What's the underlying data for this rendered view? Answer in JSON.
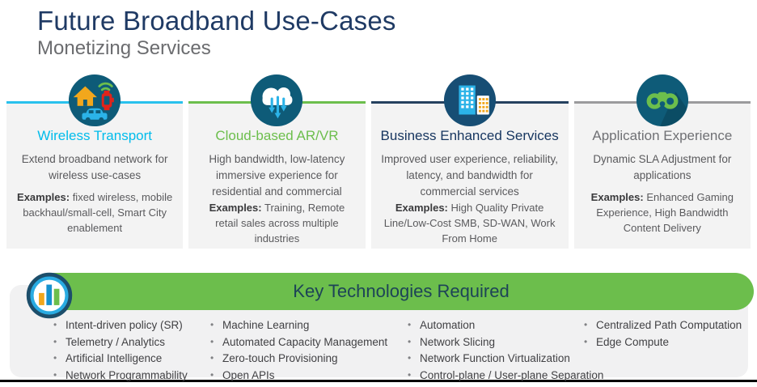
{
  "header": {
    "title": "Future Broadband Use-Cases",
    "subtitle": "Monetizing Services"
  },
  "cards": [
    {
      "icon": "smart-city-icon",
      "accent": "#00BCEB",
      "title": "Wireless Transport",
      "description": "Extend broadband network for wireless use-cases",
      "examples_label": "Examples:",
      "examples_text": " fixed wireless, mobile backhaul/small-cell, Smart City enablement"
    },
    {
      "icon": "cloud-download-icon",
      "accent": "#6CBE4C",
      "title": "Cloud-based AR/VR",
      "description": "High bandwidth, low-latency immersive experience for residential and commercial",
      "examples_label": "Examples:",
      "examples_text": " Training, Remote retail sales across multiple industries"
    },
    {
      "icon": "buildings-icon",
      "accent": "#16355F",
      "title": "Business Enhanced Services",
      "description": "Improved user experience, reliability, latency, and bandwidth for commercial services",
      "examples_label": "Examples:",
      "examples_text": " High Quality Private Line/Low-Cost SMB, SD-WAN, Work From Home"
    },
    {
      "icon": "binoculars-icon",
      "accent": "#8E8F91",
      "title": "Application Experience",
      "description": "Dynamic SLA Adjustment for applications",
      "examples_label": "Examples:",
      "examples_text": " Enhanced Gaming Experience, High Bandwidth Content Delivery"
    }
  ],
  "key_technologies": {
    "title": "Key Technologies Required",
    "icon": "bar-chart-icon",
    "columns": [
      {
        "items": [
          "Intent-driven policy (SR)",
          "Telemetry / Analytics",
          "Artificial Intelligence",
          "Network Programmability"
        ]
      },
      {
        "items": [
          "Machine Learning",
          "Automated Capacity Management",
          "Zero-touch Provisioning",
          "Open APIs"
        ]
      },
      {
        "items": [
          "Automation",
          "Network Slicing",
          "Network Function Virtualization",
          "Control-plane / User-plane Separation"
        ]
      },
      {
        "items": [
          "Centralized Path Computation",
          "Edge Compute"
        ]
      }
    ]
  },
  "colors": {
    "title_navy": "#1F3A64",
    "subtitle_gray": "#6B6C6F",
    "accent_cyan": "#00BCEB",
    "accent_green": "#6CBE4C",
    "accent_navy": "#16355F",
    "accent_gray": "#8E8F91",
    "banner_green": "#6CBE4C",
    "banner_text": "#1D4357",
    "card_background": "#F3F3F3",
    "panel_background": "#F1F1F2",
    "body_text": "#5A5A5D",
    "icon_circle_teal": "#0E5B78",
    "icon_circle_blue": "#174E74",
    "bottom_bar": "#000000"
  }
}
